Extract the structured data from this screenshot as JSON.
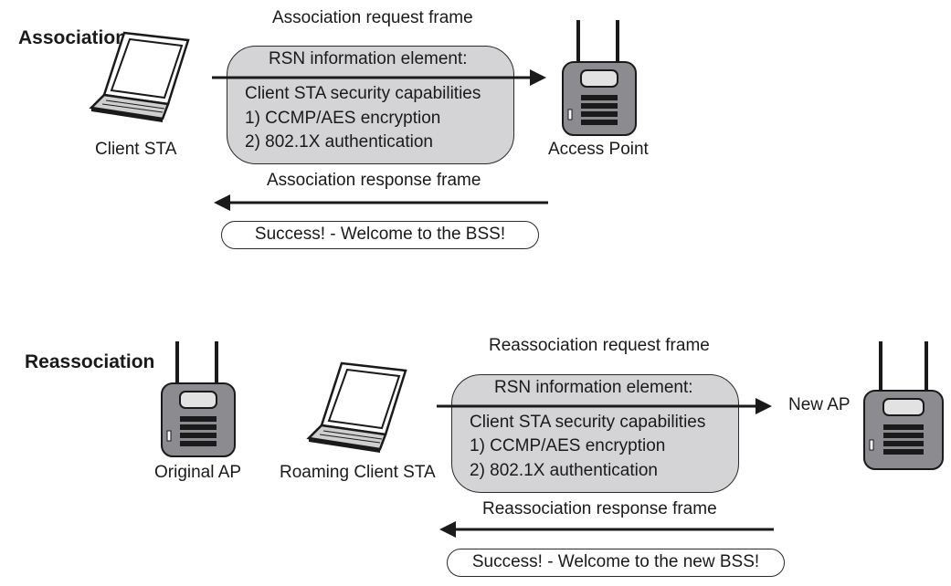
{
  "association": {
    "title": "Association",
    "client_label": "Client STA",
    "ap_label": "Access Point",
    "request_frame": "Association request frame",
    "rsn_header": "RSN information element:",
    "rsn_lines": [
      "Client STA security capabilities",
      "1) CCMP/AES encryption",
      "2) 802.1X authentication"
    ],
    "response_frame": "Association response frame",
    "success": "Success! - Welcome to the BSS!"
  },
  "reassociation": {
    "title": "Reassociation",
    "original_ap_label": "Original AP",
    "client_label": "Roaming Client STA",
    "new_ap_label": "New AP",
    "request_frame": "Reassociation request frame",
    "rsn_header": "RSN information element:",
    "rsn_lines": [
      "Client STA security capabilities",
      "1) CCMP/AES encryption",
      "2) 802.1X authentication"
    ],
    "response_frame": "Reassociation response frame",
    "success": "Success! - Welcome to the new BSS!"
  },
  "colors": {
    "box_fill": "#d4d4d6",
    "ap_body": "#8c8c90",
    "line": "#1a1a1a"
  },
  "icons": [
    "laptop-icon",
    "access-point-icon"
  ]
}
